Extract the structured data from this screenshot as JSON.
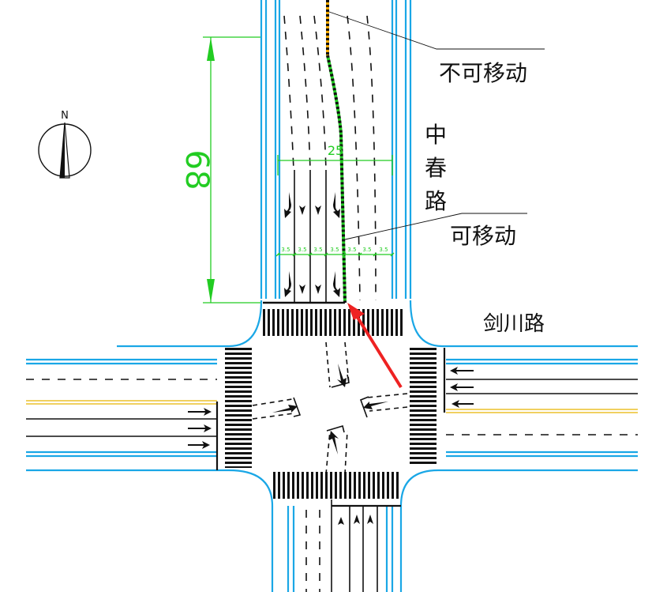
{
  "labels": {
    "fixed": "不可移动",
    "movable": "可移动",
    "road_ns": [
      "中",
      "春",
      "路"
    ],
    "road_ew": "剑川路",
    "compass": "N"
  },
  "dimensions": {
    "length": "68",
    "width": "25",
    "lane_widths": [
      "3.5",
      "3.5",
      "3.5",
      "3.5",
      "3.5",
      "3.5",
      "3.5"
    ]
  },
  "colors": {
    "road_edge": "#1aa7e6",
    "dimension": "#22cc22",
    "fixed_segment": "#f0a800",
    "pointer": "#ee2222",
    "center_line": "#f0d060"
  }
}
